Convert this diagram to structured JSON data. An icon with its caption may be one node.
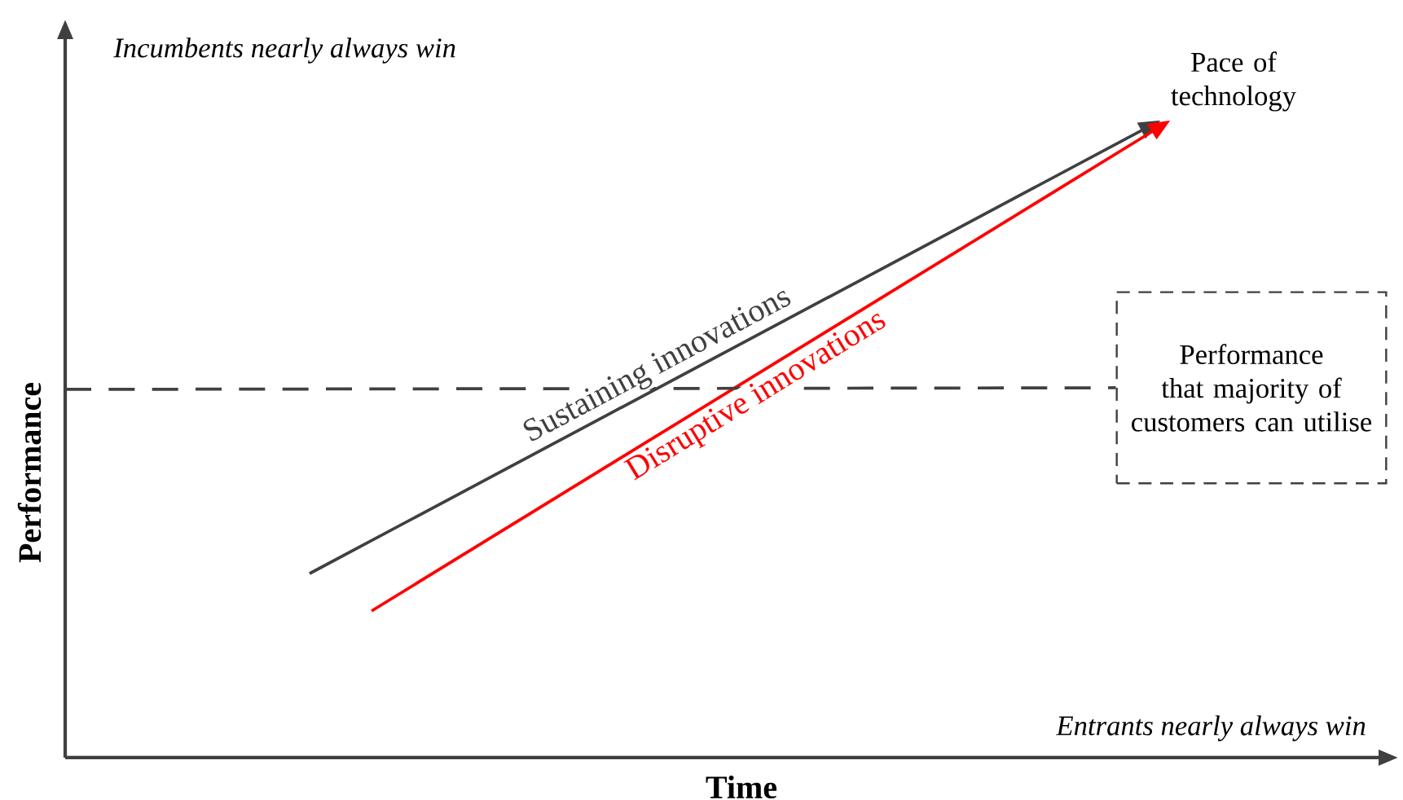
{
  "diagram": {
    "nodes": [
      {
        "text": [
          "Pace of technology"
        ]
      },
      {
        "text": [
          "Performance that majority of customers can utilise"
        ]
      }
    ],
    "edges": [
      {
        "from": null,
        "to": 0,
        "arrow": "to",
        "label": "Sustaining innovations",
        "color": "#404040"
      },
      {
        "from": null,
        "to": 0,
        "arrow": "to",
        "label": "Disruptive innovations",
        "color": "#ff0000"
      },
      {
        "from": null,
        "to": 1,
        "arrow": "none",
        "style": "dashed"
      }
    ],
    "labels": [
      "Incumbents nearly always win",
      "Entrants nearly always win",
      "Performance",
      "Time"
    ]
  }
}
